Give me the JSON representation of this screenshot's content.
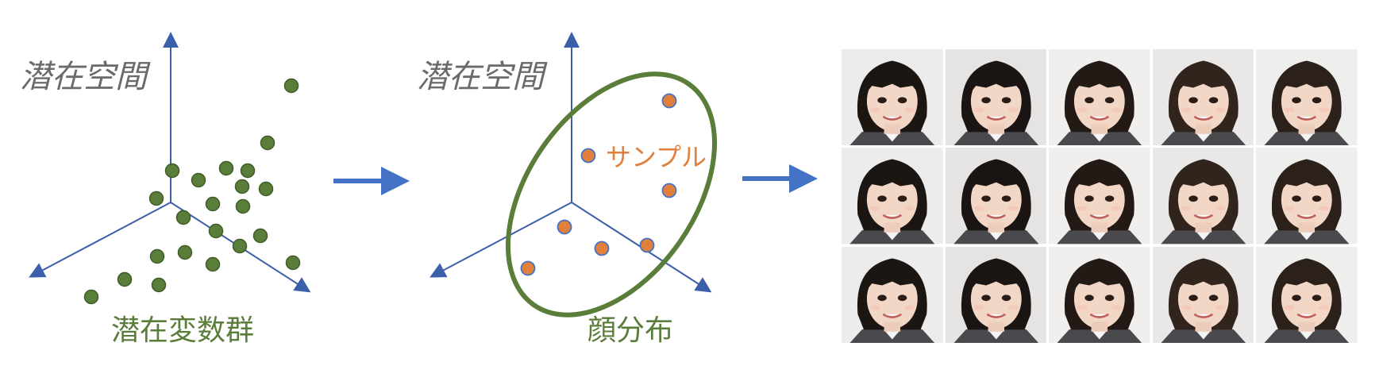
{
  "panels": {
    "latent": {
      "title": "潜在空間",
      "caption": "潜在変数群"
    },
    "distribution": {
      "title": "潜在空間",
      "caption": "顔分布",
      "sample_label": "サンプル"
    }
  },
  "colors": {
    "axis": "#3b5fa8",
    "arrow": "#4472c4",
    "latent_point": "#5a7d3a",
    "sample_point": "#e0803c",
    "ellipse": "#5a7d3a",
    "label_gray": "#6a6a6a"
  },
  "face_grid": {
    "rows": 3,
    "cols": 5,
    "count": 15
  }
}
